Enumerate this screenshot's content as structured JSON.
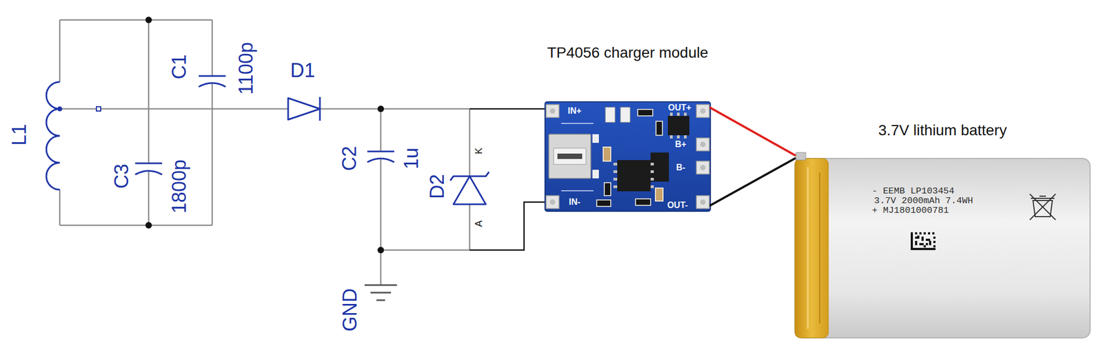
{
  "diagram": {
    "nodes": [
      {
        "text": [
          "TP4056 charger module",
          "IN+",
          "IN-",
          "OUT+",
          "B+",
          "B-",
          "OUT-"
        ]
      },
      {
        "text": [
          "3.7V lithium battery",
          "- EEMB LP103454",
          "3.7V 2000mAh 7.4WH",
          "+ MJ1801000781"
        ]
      }
    ],
    "edges": [
      {
        "from": 0,
        "to": 1,
        "arrow": "none"
      },
      {
        "from": 0,
        "to": 1,
        "arrow": "none"
      }
    ],
    "labels": [
      "L1",
      "C1",
      "1100p",
      "C3",
      "1800p",
      "D1",
      "C2",
      "1u",
      "D2",
      "K",
      "A",
      "GND"
    ]
  }
}
